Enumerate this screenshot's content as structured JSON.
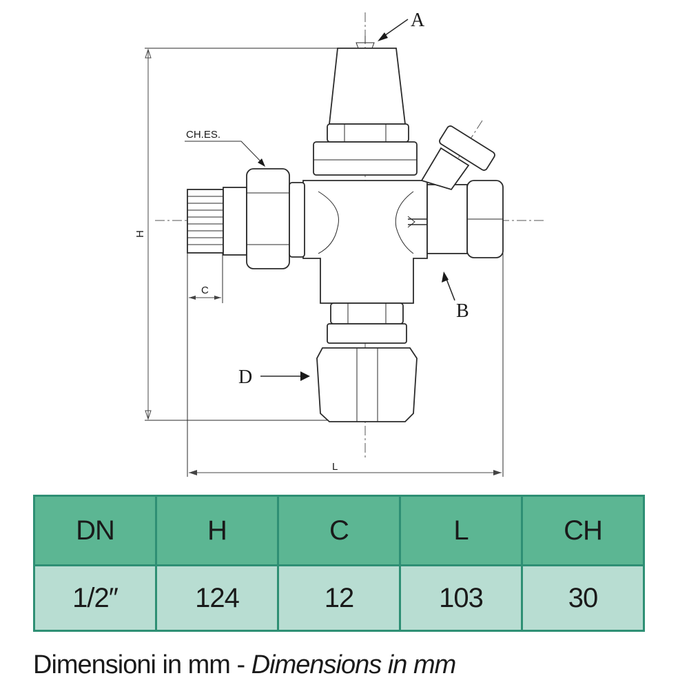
{
  "drawing": {
    "callouts": {
      "a": "A",
      "b": "B",
      "d": "D",
      "ches": "CH.ES."
    },
    "dimensions": {
      "h": "H",
      "c": "C",
      "l": "L"
    }
  },
  "table": {
    "headers": [
      "DN",
      "H",
      "C",
      "L",
      "CH"
    ],
    "values": [
      "1/2″",
      "124",
      "12",
      "103",
      "30"
    ],
    "colors": {
      "header_bg": "#5cb693",
      "value_bg": "#b8ddd2",
      "border": "#2e8f74"
    }
  },
  "caption": {
    "it": "Dimensioni in mm - ",
    "en": "Dimensions in mm"
  }
}
